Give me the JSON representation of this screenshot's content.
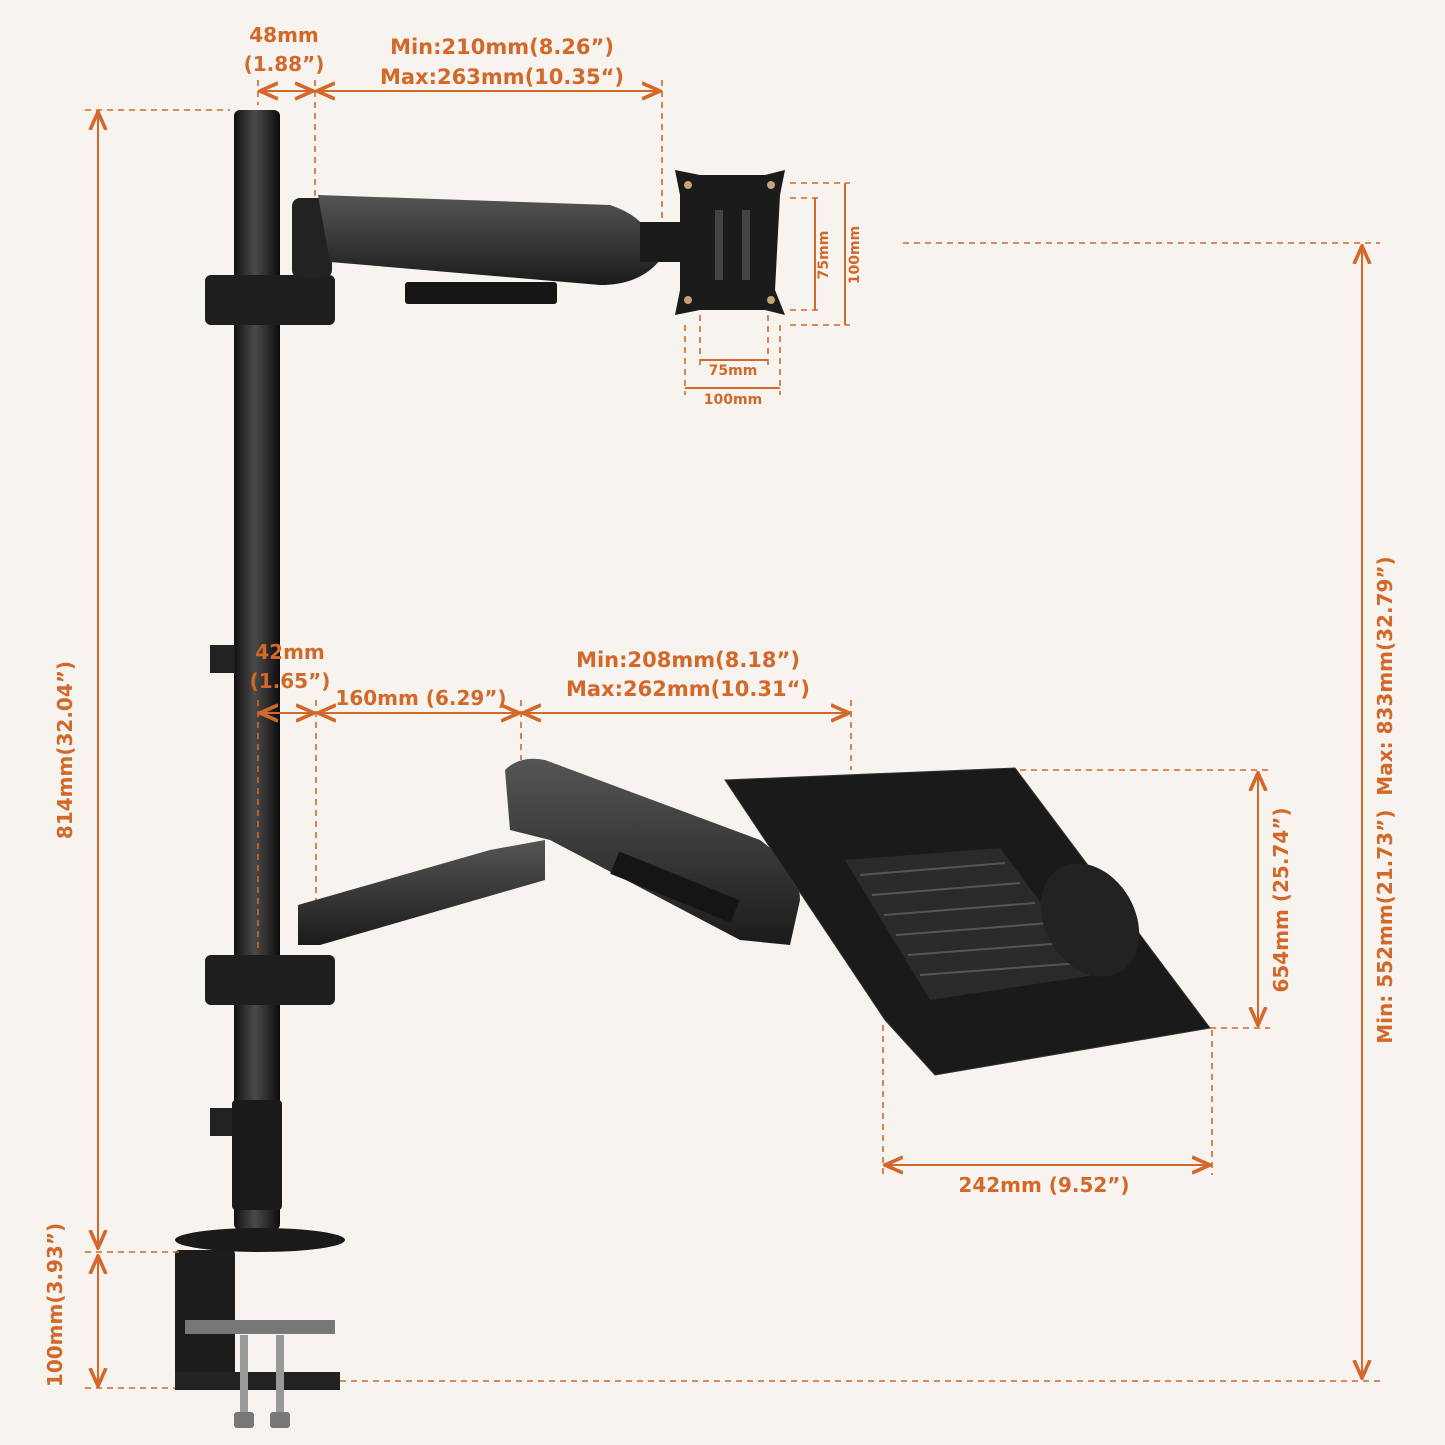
{
  "colors": {
    "accent": "#d2682a",
    "background": "#f7f3ee",
    "metal": "#2a2a2a"
  },
  "labels": {
    "pole_diameter_top": "48mm",
    "pole_diameter_top_in": "(1.88”)",
    "upper_arm_min": "Min:210mm(8.26”)",
    "upper_arm_max": "Max:263mm(10.35“)",
    "vesa_75_v": "75mm",
    "vesa_100_v": "100mm",
    "vesa_75_h": "75mm",
    "vesa_100_h": "100mm",
    "pole_offset_lower": "42mm",
    "pole_offset_lower_in": "(1.65”)",
    "lower_arm_first": "160mm (6.29”)",
    "lower_arm_min": "Min:208mm(8.18”)",
    "lower_arm_max": "Max:262mm(10.31“)",
    "tray_depth": "654mm (25.74”)",
    "tray_width": "242mm (9.52”)",
    "pole_height": "814mm(32.04”)",
    "clamp_height": "100mm(3.93”)",
    "height_range": "Min: 552mm(21.73”)  Max: 833mm(32.79”)"
  }
}
